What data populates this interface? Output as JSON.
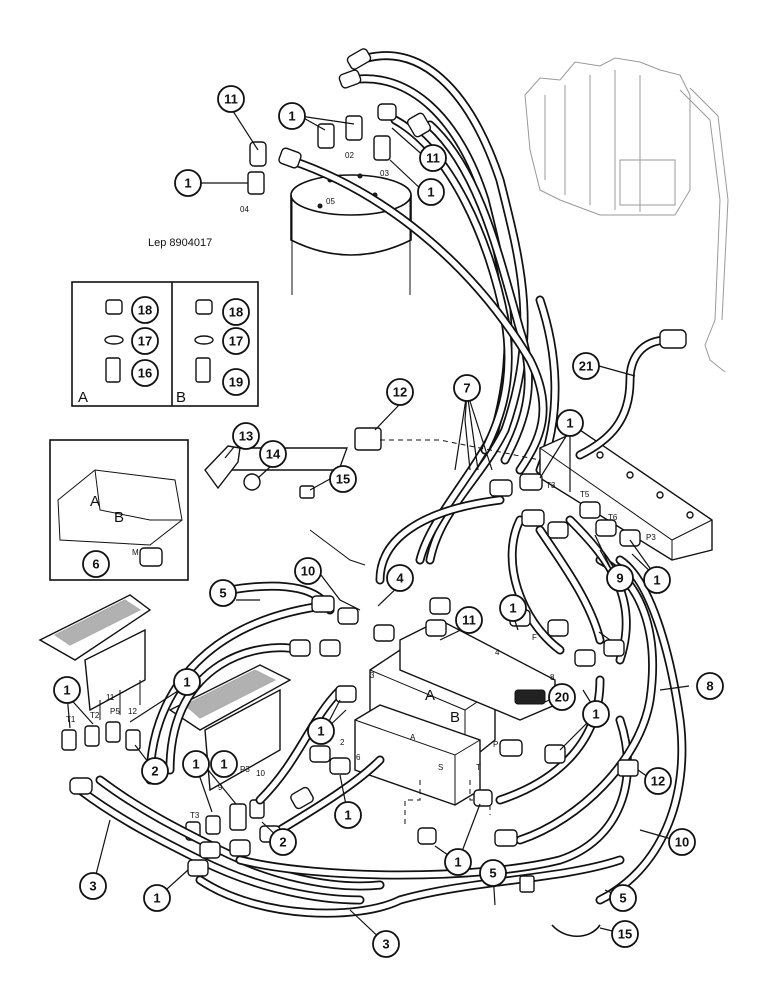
{
  "reference": "Lep 8904017",
  "inset_labels": {
    "left": "A",
    "right": "B",
    "block_a": "A",
    "block_b": "B",
    "port_m": "M"
  },
  "callouts": {
    "c1a": "1",
    "c1b": "1",
    "c1c": "1",
    "c1d": "1",
    "c1e": "1",
    "c1f": "1",
    "c1g": "1",
    "c1h": "1",
    "c1i": "1",
    "c1j": "1",
    "c1k": "1",
    "c1l": "1",
    "c1m": "1",
    "c1n": "1",
    "c1o": "1",
    "c2a": "2",
    "c2b": "2",
    "c3a": "3",
    "c3b": "3",
    "c4": "4",
    "c5a": "5",
    "c5b": "5",
    "c5c": "5",
    "c6": "6",
    "c7": "7",
    "c8": "8",
    "c9": "9",
    "c10a": "10",
    "c10b": "10",
    "c11a": "11",
    "c11b": "11",
    "c11c": "11",
    "c12a": "12",
    "c12b": "12",
    "c13": "13",
    "c14": "14",
    "c15a": "15",
    "c15b": "15",
    "c16": "16",
    "c17a": "17",
    "c17b": "17",
    "c18a": "18",
    "c18b": "18",
    "c19": "19",
    "c20": "20",
    "c21": "21"
  },
  "port_labels": {
    "p02": "02",
    "p03": "03",
    "p04": "04",
    "p05": "05",
    "t3a": "T3",
    "t5": "T5",
    "t6": "T6",
    "p3a": "P3",
    "t1": "T1",
    "t2": "T2",
    "p5": "P5",
    "n11": "11",
    "n12": "12",
    "t3b": "T3",
    "p3b": "P3",
    "n9": "9",
    "n10": "10",
    "n1": "1",
    "n2": "2",
    "n3": "3",
    "n4": "4",
    "n6": "6",
    "n8": "8",
    "pA1": "A",
    "pA2": "A",
    "pB": "B",
    "pP": "P",
    "pF": "F",
    "pS": "S",
    "pT": "T"
  }
}
